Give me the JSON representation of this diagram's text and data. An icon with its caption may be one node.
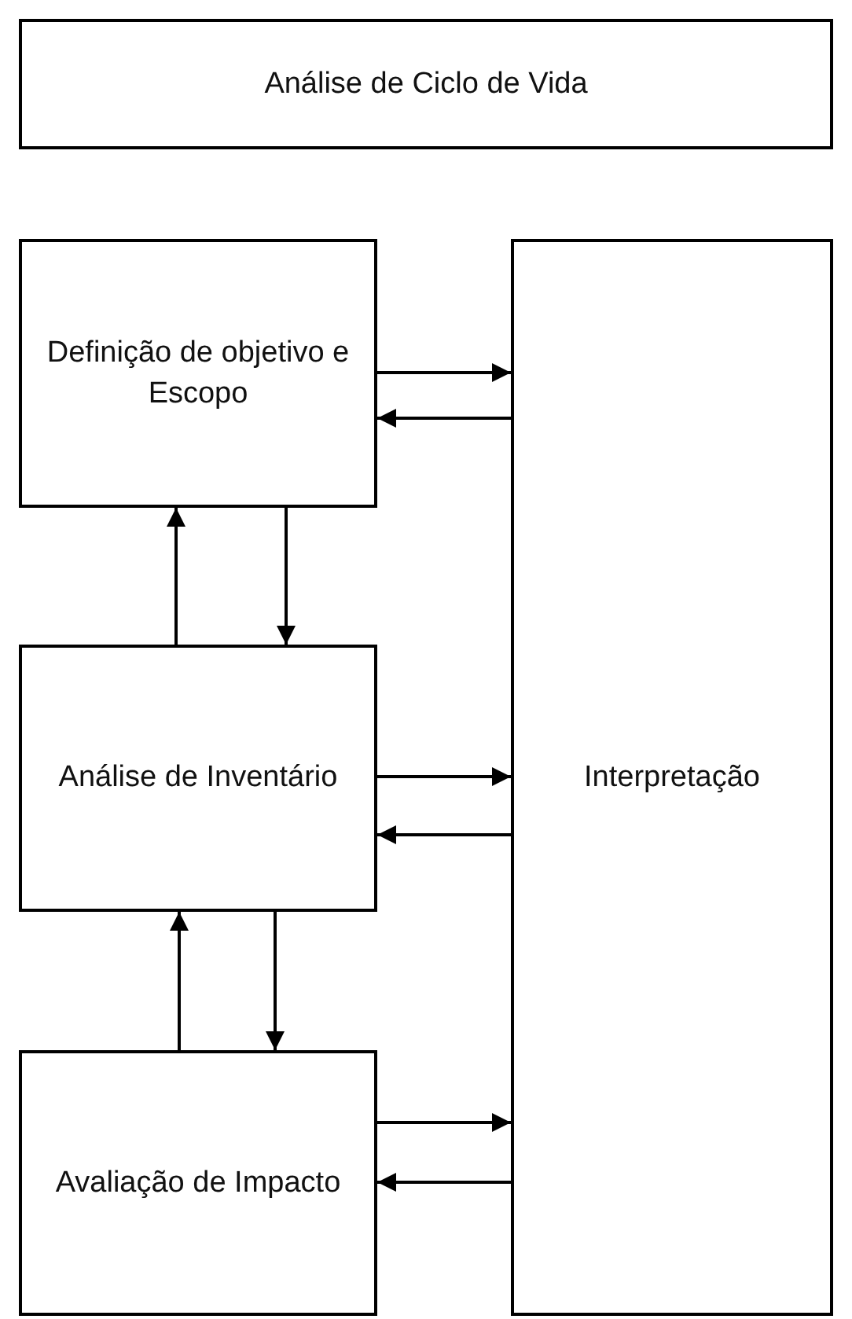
{
  "diagram": {
    "nodes": [
      {
        "text": [
          "Análise de Ciclo de Vida"
        ]
      },
      {
        "text": [
          "Definição de objetivo e Escopo"
        ]
      },
      {
        "text": [
          "Análise de Inventário"
        ]
      },
      {
        "text": [
          "Avaliação de Impacto"
        ]
      },
      {
        "text": [
          "Interpretação"
        ]
      }
    ],
    "edges": [
      {
        "from": 1,
        "to": 4,
        "arrow": "to"
      },
      {
        "from": 4,
        "to": 1,
        "arrow": "to"
      },
      {
        "from": 1,
        "to": 2,
        "arrow": "to"
      },
      {
        "from": 2,
        "to": 1,
        "arrow": "to"
      },
      {
        "from": 2,
        "to": 4,
        "arrow": "to"
      },
      {
        "from": 4,
        "to": 2,
        "arrow": "to"
      },
      {
        "from": 2,
        "to": 3,
        "arrow": "to"
      },
      {
        "from": 3,
        "to": 2,
        "arrow": "to"
      },
      {
        "from": 3,
        "to": 4,
        "arrow": "to"
      },
      {
        "from": 4,
        "to": 3,
        "arrow": "to"
      }
    ]
  }
}
